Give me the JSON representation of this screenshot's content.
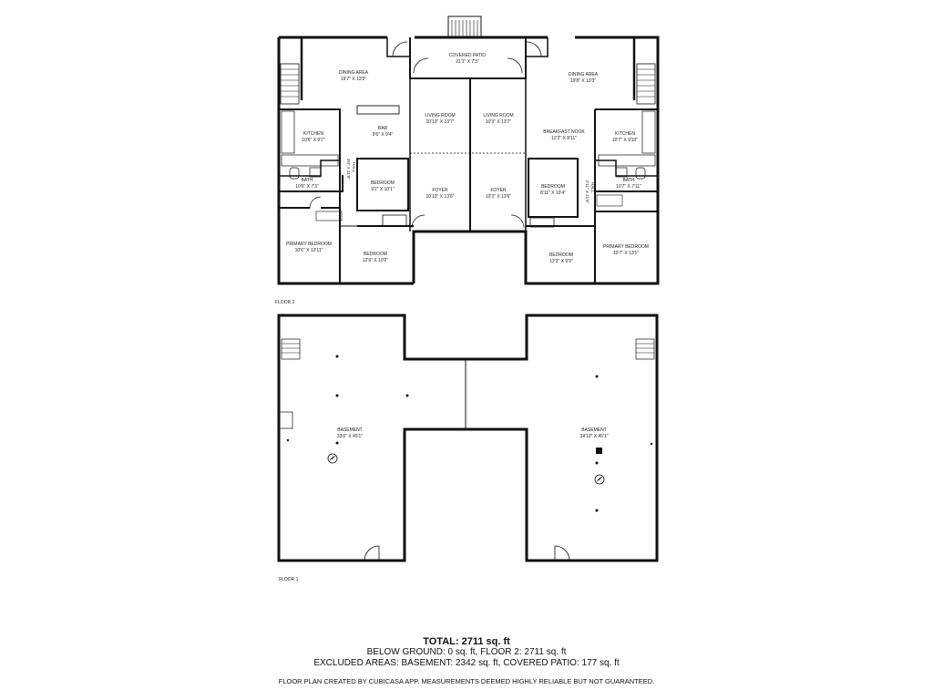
{
  "floors": {
    "upper_label": "FLOOR 2",
    "lower_label": "FLOOR 1"
  },
  "rooms": {
    "dining_left": {
      "name": "DINING AREA",
      "size": "19'7\" X 13'3\""
    },
    "covered_patio": {
      "name": "COVERED PATIO",
      "size": "21'1\" X 7'3\""
    },
    "dining_right": {
      "name": "DINING AREA",
      "size": "19'8\" X 13'3\""
    },
    "living_left": {
      "name": "LIVING ROOM",
      "size": "10'10\" X 13'7\""
    },
    "living_right": {
      "name": "LIVING ROOM",
      "size": "10'3\" X 13'7\""
    },
    "kitchen_left": {
      "name": "KITCHEN",
      "size": "10'6\" X 9'7\""
    },
    "bar": {
      "name": "BAR",
      "size": "9'6\" X 9'4\""
    },
    "breakfast_nook": {
      "name": "BREAKFAST NOOK",
      "size": "12'2\" X 8'11\""
    },
    "kitchen_right": {
      "name": "KITCHEN",
      "size": "10'7\" X 9'10\""
    },
    "bath_left": {
      "name": "BATH",
      "size": "10'6\" X 7'3\""
    },
    "hall_left": {
      "name": "HALL",
      "size": "3'0\" X 21'9\""
    },
    "bedroom_mid_left": {
      "name": "BEDROOM",
      "size": "9'2\" X 10'1\""
    },
    "foyer_left": {
      "name": "FOYER",
      "size": "10'10\" X 13'6\""
    },
    "foyer_right": {
      "name": "FOYER",
      "size": "10'3\" X 13'6\""
    },
    "bedroom_mid_right": {
      "name": "BEDROOM",
      "size": "8'11\" X 10'4\""
    },
    "hall_right": {
      "name": "HALL",
      "size": "2'11\" X 21'9\""
    },
    "bath_right": {
      "name": "BATH",
      "size": "10'7\" X 7'11\""
    },
    "primary_left": {
      "name": "PRIMARY BEDROOM",
      "size": "10'6\" X 13'11\""
    },
    "bedroom_low_left": {
      "name": "BEDROOM",
      "size": "12'6\" X 10'2\""
    },
    "bedroom_low_right": {
      "name": "BEDROOM",
      "size": "12'2\" X 9'9\""
    },
    "primary_right": {
      "name": "PRIMARY BEDROOM",
      "size": "10'7\" X 13'1\""
    },
    "basement_left": {
      "name": "BASEMENT",
      "size": "33'6\" X 45'1\""
    },
    "basement_right": {
      "name": "BASEMENT",
      "size": "34'10\" X 45'1\""
    }
  },
  "footer": {
    "total": "TOTAL: 2711 sq. ft",
    "line1": "BELOW GROUND: 0 sq. ft, FLOOR 2: 2711 sq. ft",
    "line2": "EXCLUDED AREAS: BASEMENT: 2342 sq. ft, COVERED PATIO: 177 sq. ft",
    "disclaimer": "FLOOR PLAN CREATED BY CUBICASA APP. MEASUREMENTS DEEMED HIGHLY RELIABLE BUT NOT GUARANTEED."
  }
}
